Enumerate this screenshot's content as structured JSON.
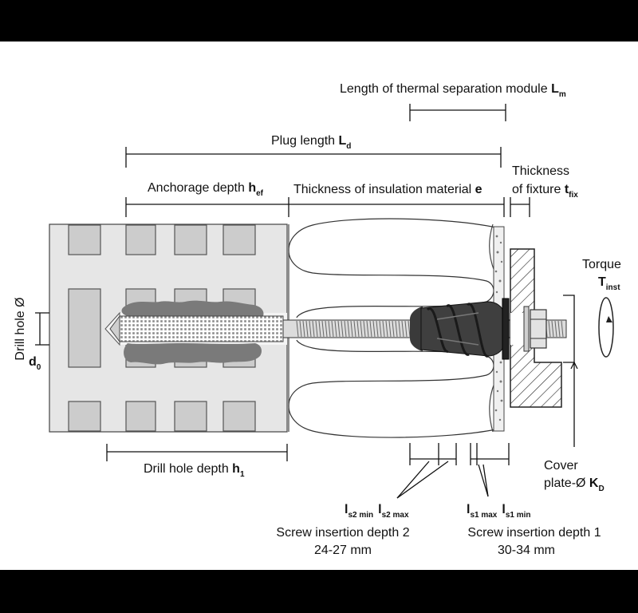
{
  "colors": {
    "background": "#000000",
    "sheet": "#ffffff",
    "concrete": "#e6e6e6",
    "aggregate": "#cccccc",
    "mortar": "#7a7a7a",
    "line": "#111111"
  },
  "labels": {
    "lm": {
      "text": "Length of thermal separation module ",
      "symbol": "L",
      "sub": "m"
    },
    "ld": {
      "text": "Plug length ",
      "symbol": "L",
      "sub": "d"
    },
    "hef": {
      "text": "Anchorage depth ",
      "symbol": "h",
      "sub": "ef"
    },
    "e": {
      "text": "Thickness of insulation material ",
      "symbol": "e"
    },
    "tfix": {
      "line1": "Thickness",
      "line2": "of fixture ",
      "symbol": "t",
      "sub": "fix"
    },
    "torque": {
      "line1": "Torque",
      "symbol": "T",
      "sub": "inst"
    },
    "drill_diam": {
      "line1": "Drill hole Ø",
      "symbol": "d",
      "sub": "0"
    },
    "h1": {
      "text": "Drill hole depth ",
      "symbol": "h",
      "sub": "1"
    },
    "kd": {
      "line1": "Cover",
      "line2": "plate-Ø ",
      "symbol": "K",
      "sub": "D"
    },
    "sid2": {
      "sym_a": "l",
      "sub_a": "s2 min",
      "sym_b": "l",
      "sub_b": "s2 max",
      "title": "Screw insertion depth 2",
      "range": "24-27 mm"
    },
    "sid1": {
      "sym_a": "l",
      "sub_a": "s1 max",
      "sym_b": "l",
      "sub_b": "s1 min",
      "title": "Screw insertion depth 1",
      "range": "30-34 mm"
    }
  }
}
